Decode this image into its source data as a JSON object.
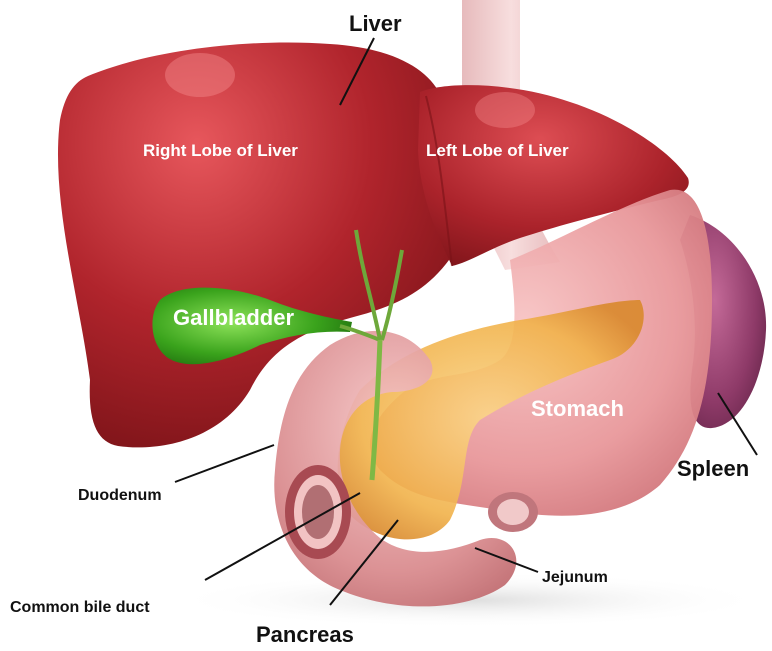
{
  "labels": {
    "liver": "Liver",
    "right_lobe": "Right Lobe of Liver",
    "left_lobe": "Left Lobe of Liver",
    "gallbladder": "Gallbladder",
    "stomach": "Stomach",
    "spleen": "Spleen",
    "duodenum": "Duodenum",
    "common_bile_duct": "Common bile duct",
    "pancreas": "Pancreas",
    "jejunum": "Jejunum"
  },
  "colors": {
    "liver": "#b0242c",
    "liver_dark": "#7e1419",
    "gallbladder": "#3aa31c",
    "stomach": "#e8979a",
    "duodenum": "#d98a8d",
    "pancreas": "#f1b24a",
    "spleen": "#8e3a68",
    "esophagus": "#efc6c6"
  }
}
